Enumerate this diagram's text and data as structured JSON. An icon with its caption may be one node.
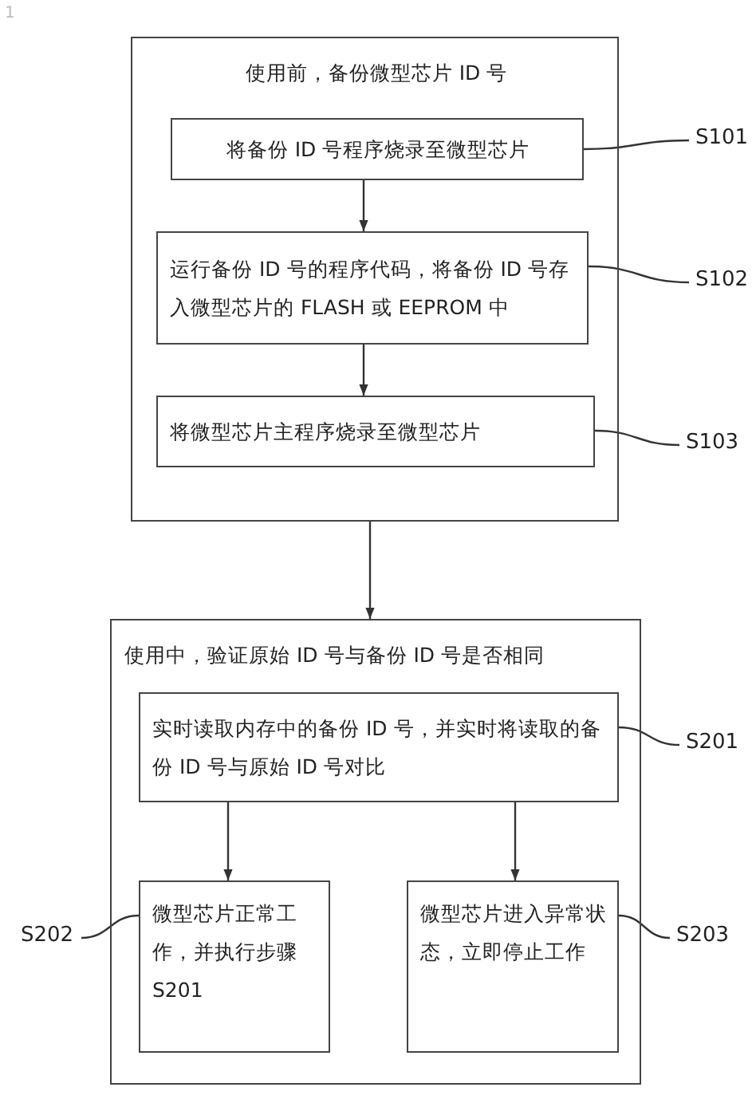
{
  "diagram": {
    "nodes": [
      {
        "text": [
          "使用前，备份微型芯片 ID 号"
        ]
      },
      {
        "text": [
          "将备份 ID 号程序烧录至微型芯片"
        ],
        "in": 0
      },
      {
        "text": [
          "运行备份 ID 号的程序代码，将备份 ID 号存入微型芯片的 FLASH 或 EEPROM 中"
        ],
        "in": 0
      },
      {
        "text": [
          "将微型芯片主程序烧录至微型芯片"
        ],
        "in": 0
      },
      {
        "text": [
          "使用中，验证原始 ID 号与备份 ID 号是否相同"
        ]
      },
      {
        "text": [
          "实时读取内存中的备份 ID 号，并实时将读取的备份 ID 号与原始 ID 号对比"
        ],
        "in": 4
      },
      {
        "text": [
          "微型芯片正常工作，并执行步骤 S201"
        ],
        "in": 4
      },
      {
        "text": [
          "微型芯片进入异常状态，立即停止工作"
        ],
        "in": 4
      },
      {
        "text": [
          "S101"
        ]
      },
      {
        "text": [
          "S102"
        ]
      },
      {
        "text": [
          "S103"
        ]
      },
      {
        "text": [
          "S201"
        ]
      },
      {
        "text": [
          "S202"
        ]
      },
      {
        "text": [
          "S203"
        ]
      }
    ],
    "edges": [
      {
        "from": 1,
        "to": 2,
        "arrow": "to"
      },
      {
        "from": 2,
        "to": 3,
        "arrow": "to"
      },
      {
        "from": 0,
        "to": 4,
        "arrow": "to"
      },
      {
        "from": 5,
        "to": 6,
        "arrow": "to"
      },
      {
        "from": 5,
        "to": 7,
        "arrow": "to"
      },
      {
        "from": 8,
        "to": 1,
        "arrow": "none"
      },
      {
        "from": 9,
        "to": 2,
        "arrow": "none"
      },
      {
        "from": 10,
        "to": 3,
        "arrow": "none"
      },
      {
        "from": 11,
        "to": 5,
        "arrow": "none"
      },
      {
        "from": 12,
        "to": 6,
        "arrow": "none"
      },
      {
        "from": 13,
        "to": 7,
        "arrow": "none"
      }
    ],
    "labels": [
      "1"
    ]
  }
}
